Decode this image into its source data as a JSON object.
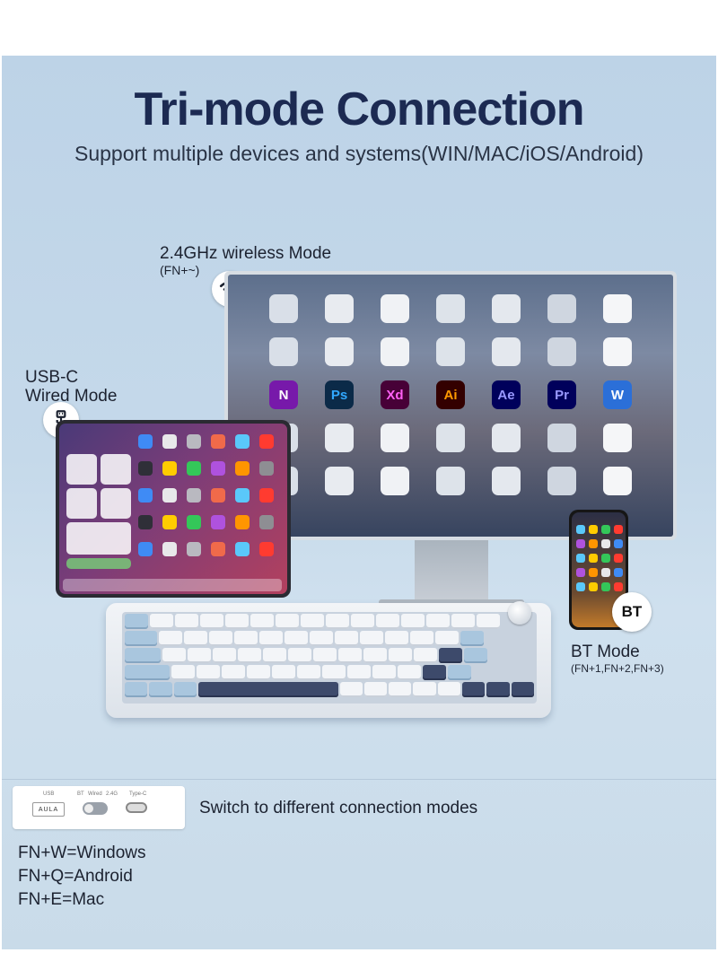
{
  "header": {
    "title": "Tri-mode Connection",
    "subtitle": "Support multiple devices and systems(WIN/MAC/iOS/Android)"
  },
  "modes": {
    "wireless": {
      "title": "2.4GHz wireless Mode",
      "shortcut": "(FN+~)",
      "icon": "wifi-icon"
    },
    "wired": {
      "title_line1": "USB-C",
      "title_line2": "Wired Mode",
      "icon": "usb-icon"
    },
    "bluetooth": {
      "title": "BT Mode",
      "shortcut": "(FN+1,FN+2,FN+3)",
      "badge": "BT"
    }
  },
  "switch_panel": {
    "label_usb": "USB",
    "label_bt": "BT",
    "label_wired": "Wired",
    "label_24g": "2.4G",
    "label_typec": "Type-C",
    "logo": "AULA",
    "description": "Switch to different connection modes"
  },
  "os_shortcuts": [
    "FN+W=Windows",
    "FN+Q=Android",
    "FN+E=Mac"
  ],
  "monitor_apps": [
    {
      "label": "Ps",
      "color": "#0b2a48",
      "fg": "#31a8ff"
    },
    {
      "label": "Xd",
      "color": "#470137",
      "fg": "#ff61f6"
    },
    {
      "label": "Ai",
      "color": "#330000",
      "fg": "#ff9a00"
    },
    {
      "label": "Ae",
      "color": "#00005b",
      "fg": "#9999ff"
    },
    {
      "label": "Pr",
      "color": "#00005b",
      "fg": "#9999ff"
    },
    {
      "label": "N",
      "color": "#7719aa",
      "fg": "#ffffff"
    },
    {
      "label": "W",
      "color": "#2b6fd8",
      "fg": "#ffffff"
    }
  ],
  "colors": {
    "title": "#1c2a52",
    "panel_bg": "#c5d9ea",
    "keycap_blue": "#a9c6de",
    "keycap_navy": "#3d4a6b"
  }
}
